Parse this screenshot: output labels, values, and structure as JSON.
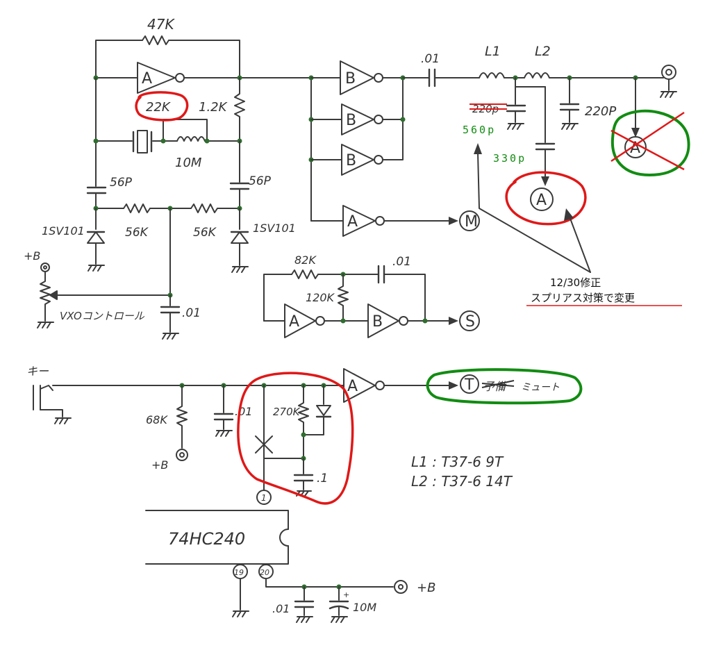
{
  "labels": {
    "r_47k": "47K",
    "r_22k": "22K",
    "r_1k2": "1.2K",
    "l_10m_a": "10M",
    "c_56p_left": "56P",
    "c_56p_right": "56P",
    "r_56k_left": "56K",
    "r_56k_right": "56K",
    "d_left": "1SV101",
    "d_right": "1SV101",
    "plus_b_1": "+B",
    "vxo_control": "VXOコントロール",
    "c_01_vxo": ".01",
    "c_01_out": ".01",
    "l1": "L1",
    "l2": "L2",
    "c_old_struck": "220p",
    "c_560p": "560p",
    "c_330p": "330p",
    "c_220p": "220P",
    "r_82k": "82K",
    "r_120k": "120K",
    "c_01_s": ".01",
    "key": "キー",
    "r_68k": "68K",
    "plus_b_2": "+B",
    "c_01_key": ".01",
    "r_270k": "270K",
    "c_point1": ".1",
    "ic": "74HC240",
    "pin_1": "1",
    "pin_19": "19",
    "pin_20": "20",
    "c_01_bottom": ".01",
    "c_10m_bottom": "10M",
    "plus_b_3": "+B",
    "l1_spec": "L1 : T37-6   9T",
    "l2_spec": "L2 : T37-6  14T",
    "t_struck": "予備",
    "t_mute": "ミュート"
  },
  "gates": {
    "a_osc": "A",
    "b1": "B",
    "b2": "B",
    "b3": "B",
    "a_m": "A",
    "a_s": "A",
    "b_s": "B",
    "a_t": "A"
  },
  "outputs": {
    "m": "M",
    "s": "S",
    "t": "T",
    "a_new": "A",
    "a_old": "A"
  },
  "annotation": {
    "line1": "12/30修正",
    "line2": "スプリアス対策で変更"
  },
  "colors": {
    "wire": "#3a3a3a",
    "correction_red": "#e01818",
    "correction_green": "#128c12",
    "annotation_underline": "#e01818"
  }
}
